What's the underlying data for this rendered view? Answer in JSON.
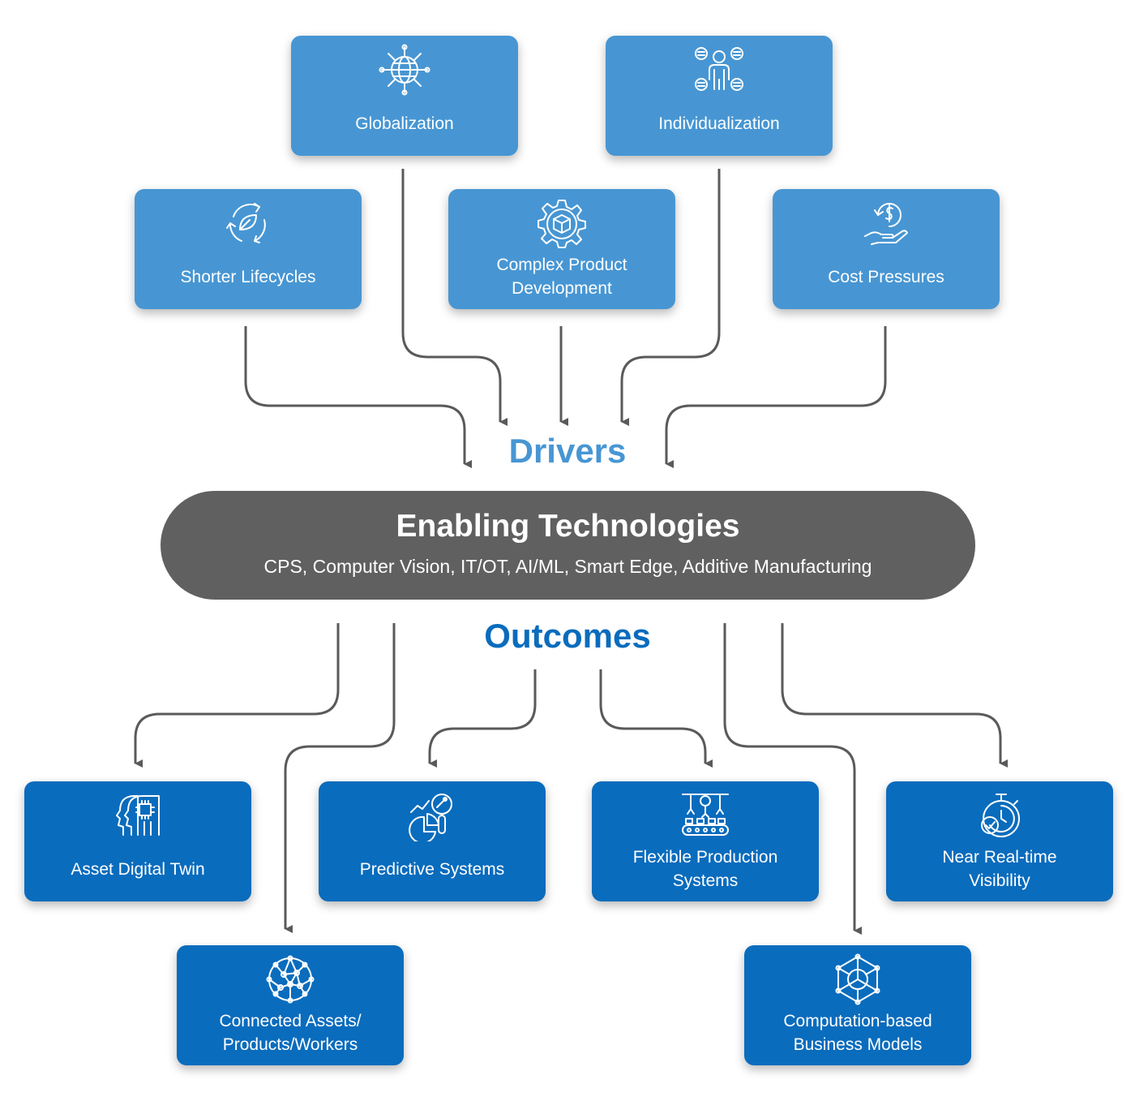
{
  "drivers": {
    "title": "Drivers",
    "items": [
      {
        "label": "Globalization",
        "icon": "globe-network-icon"
      },
      {
        "label": "Individualization",
        "icon": "person-network-icon"
      },
      {
        "label": "Shorter Lifecycles",
        "icon": "recycle-leaf-icon"
      },
      {
        "label": "Complex Product\nDevelopment",
        "icon": "gear-cube-icon"
      },
      {
        "label": "Cost Pressures",
        "icon": "hand-dollar-icon"
      }
    ]
  },
  "center": {
    "title": "Enabling Technologies",
    "subtitle": "CPS, Computer Vision, IT/OT, AI/ML, Smart Edge, Additive Manufacturing"
  },
  "outcomes": {
    "title": "Outcomes",
    "items": [
      {
        "label": "Asset Digital Twin",
        "icon": "twin-heads-chip-icon"
      },
      {
        "label": "Predictive Systems",
        "icon": "chart-magnifier-icon"
      },
      {
        "label": "Flexible Production\nSystems",
        "icon": "conveyor-robot-arms-icon"
      },
      {
        "label": "Near Real-time\nVisibility",
        "icon": "stopwatch-check-icon"
      },
      {
        "label": "Connected Assets/\nProducts/Workers",
        "icon": "network-sphere-icon"
      },
      {
        "label": "Computation-based\nBusiness Models",
        "icon": "hexagon-network-icon"
      }
    ]
  },
  "colors": {
    "driver_box": "#4796d3",
    "outcome_box": "#0a6cbd",
    "center_pill": "#606060",
    "connector": "#5a5a5a"
  }
}
